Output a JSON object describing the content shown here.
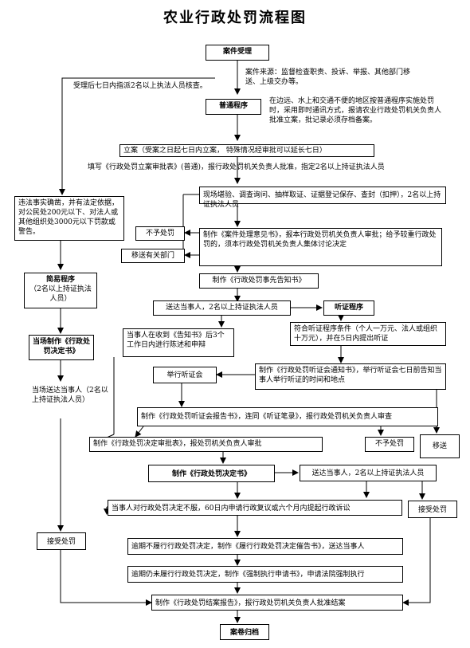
{
  "title": "农业行政处罚流程图",
  "nodes": {
    "case_accept": "案件受理",
    "case_source": "案件来源：监督检查职责、投诉、举报、其他部门移送、上级交办等。",
    "assign_note": "受理后七日内指派2名以上执法人员核查。",
    "general_proc": "普通程序",
    "general_note": "在边远、水上和交通不便的地区按普通程序实施处罚时，采用即时通讯方式，报请农业行政处罚机关负责人批准立案，批记录必须存档备案。",
    "filing": "立案（受案之日起七日内立案， 特殊情况经审批可以延长七日）",
    "filing_form": "填写《行政处罚立案审批表》(普通)，报行政处罚机关负责人批准，指定2名以上持证执法人员",
    "summary_cond": "违法事实确凿，并有法定依据，对公民处200元以下、对法人或其他组织处3000元以下罚款或警告。",
    "investigate": "现场堪验、调查询问、抽样取证、证据登记保存、查封（扣押），2名以上持证执法人员",
    "no_penalty_1": "不予处罚",
    "case_opinion": "制作《案件处理意见书》，报本行政处罚机关负责人审批；给予较重行政处罚的，须本行政处罚机关负责人集体讨论决定",
    "transfer_1": "移送有关部门",
    "simple_proc": "简易程序",
    "simple_note": "（2名以上持证执法人员）",
    "advance_notice": "制作《行政处罚事先告知书》",
    "onsite_decision": "当场制作《行政处罚决定书》",
    "deliver_1": "送达当事人，2名以上持证执法人员",
    "hearing_proc": "听证程序",
    "hearing_cond": "符合听证程序条件（个人一万元、法人或组织十万元），并在5日内提出听证",
    "statement": "当事人在收到《告知书》后3个工作日内进行陈述和申辩",
    "hearing_notice": "制作《行政处罚听证会通知书》，举行听证会七日前告知当事人举行听证的时间和地点",
    "onsite_deliver": "当场送达当事人（2名以上持证执法人员）",
    "hold_hearing": "举行听证会",
    "hearing_report": "制作《行政处罚听证会报告书》，连同《听证笔录》，报行政处罚机关负责人审查",
    "decision_approve": "制作《行政处罚决定审批表》，报处罚机关负责人审批",
    "no_penalty_2": "不予处罚",
    "transfer_2": "移送",
    "decision_doc": "制作《行政处罚决定书》",
    "deliver_2": "送达当事人，2名以上持证执法人员",
    "appeal": "当事人对行政处罚决定不服，60日内申请行政复议或六个月内提起行政诉讼",
    "accept_penalty_1": "接受处罚",
    "accept_penalty_2": "接受处罚",
    "overdue_notice": "逾期不履行行政处罚决定，制作《履行行政处罚决定催告书》，送达当事人",
    "enforce": "逾期仍未履行行政处罚决定，制作《强制执行申请书》，申请法院强制执行",
    "closing_report": "制作《行政处罚结案报告》，报行政处罚机关负责人批准结案",
    "archive": "案卷归档"
  }
}
